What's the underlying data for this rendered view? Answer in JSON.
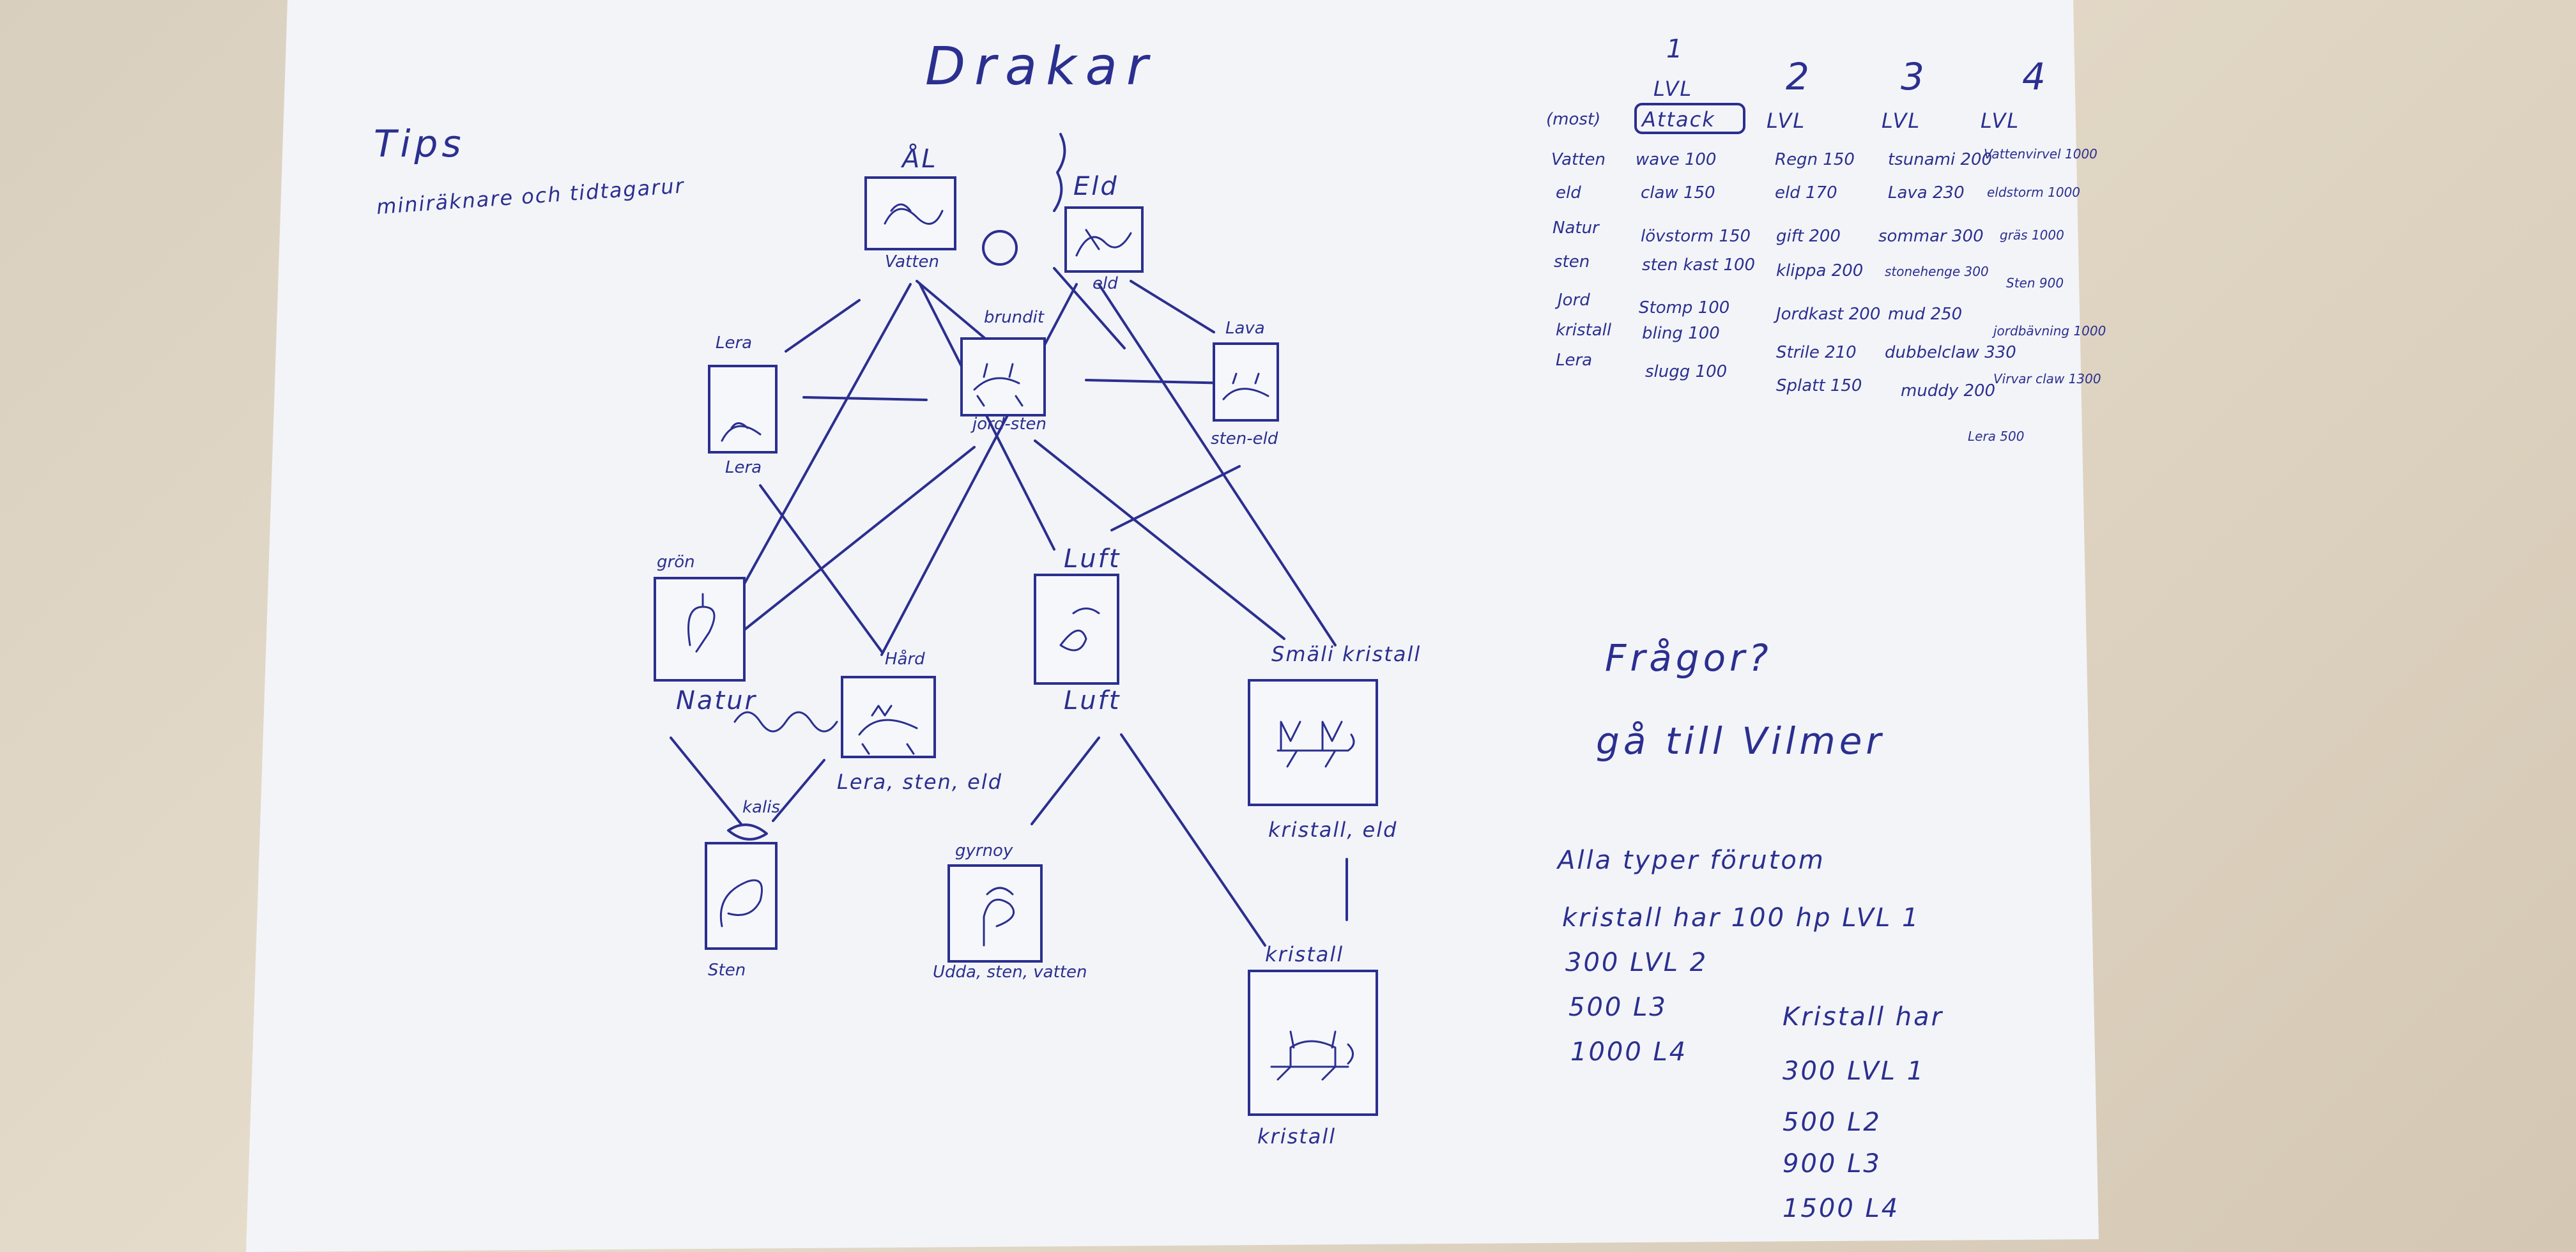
{
  "title": "Drakar",
  "tip": {
    "heading": "Tips",
    "text": "miniräknare och tidtagarur"
  },
  "nodes": {
    "al": {
      "top": "ÅL",
      "bottom": "Vatten"
    },
    "eld": {
      "top": "Eld",
      "bottom": "eld"
    },
    "jordsten": {
      "top": "brundit",
      "bottom": "jord-sten"
    },
    "lera": {
      "top": "Lera",
      "bottom": "Lera"
    },
    "lava": {
      "top": "Lava",
      "bottom": "sten-eld"
    },
    "gron": {
      "top": "grön",
      "bottom": "Natur"
    },
    "luft": {
      "top": "Luft",
      "bottom": "Luft"
    },
    "hard": {
      "top": "Hård",
      "bottom": "Lera, sten, eld"
    },
    "smalikristall": {
      "top": "Smäli kristall",
      "bottom": "kristall, eld"
    },
    "kalis": {
      "top": "kalis",
      "bottom": "Sten"
    },
    "gyrnoy": {
      "top": "gyrnoy",
      "bottom": "Udda, sten, vatten"
    },
    "kristall": {
      "top": "kristall",
      "bottom": "kristall"
    }
  },
  "table": {
    "level_numbers": [
      "1",
      "2",
      "3",
      "4"
    ],
    "level_labels": [
      "LVL",
      "LVL",
      "LVL",
      "LVL"
    ],
    "most_label": "(most)",
    "attack_label": "Attack",
    "rows": [
      {
        "type": "Vatten",
        "c1": "wave 100",
        "c2": "Regn 150",
        "c3": "tsunami 200",
        "c4": "Vattenvirvel 1000"
      },
      {
        "type": "eld",
        "c1": "claw 150",
        "c2": "eld 170",
        "c3": "Lava 230",
        "c4": "eldstorm 1000"
      },
      {
        "type": "Natur",
        "c1": "lövstorm 150",
        "c2": "gift 200",
        "c3": "sommar 300",
        "c4": "gräs 1000"
      },
      {
        "type": "sten",
        "c1": "sten kast 100",
        "c2": "klippa 200",
        "c3": "stonehenge 300",
        "c4": "Sten 900"
      },
      {
        "type": "Jord",
        "c1": "Stomp 100",
        "c2": "Jordkast 200",
        "c3": "mud 250",
        "c4": "jordbävning 1000"
      },
      {
        "type": "kristall",
        "c1": "bling 100",
        "c2": "Strile 210",
        "c3": "dubbelclaw 330",
        "c4": "Virvar claw 1300"
      },
      {
        "type": "Lera",
        "c1": "slugg 100",
        "c2": "Splatt 150",
        "c3": "muddy 200",
        "c4": "Lera 500"
      }
    ]
  },
  "questions": {
    "line1": "Frågor?",
    "line2": "gå till Vilmer"
  },
  "hp": {
    "intro": "Alla typer förutom",
    "line1": "kristall har 100 hp LVL 1",
    "line2": "300 LVL 2",
    "line3": "500 L3",
    "line4": "1000 L4",
    "kristall_intro": "Kristall har",
    "k1": "300 LVL 1",
    "k2": "500 L2",
    "k3": "900 L3",
    "k4": "1500 L4"
  }
}
